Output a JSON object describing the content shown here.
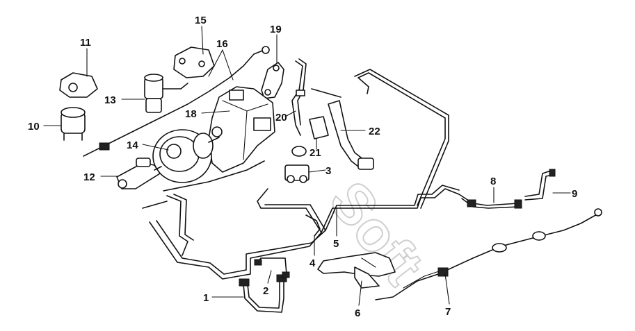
{
  "callouts": {
    "c1": "1",
    "c2": "2",
    "c3": "3",
    "c4": "4",
    "c5": "5",
    "c6": "6",
    "c7": "7",
    "c8": "8",
    "c9": "9",
    "c10": "10",
    "c11": "11",
    "c12": "12",
    "c13": "13",
    "c14": "14",
    "c15": "15",
    "c16": "16",
    "c18": "18",
    "c19": "19",
    "c20": "20",
    "c21": "21",
    "c22": "22"
  },
  "watermark": {
    "text": "Soft"
  },
  "colors": {
    "ink": "#111111",
    "background": "#ffffff",
    "watermark_stroke": "#bbbbbb"
  }
}
